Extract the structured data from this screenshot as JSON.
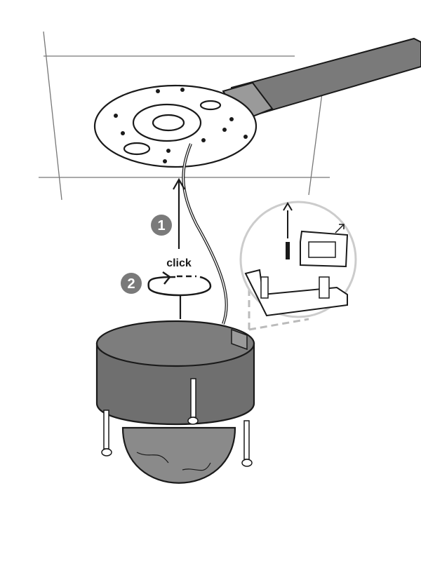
{
  "illustration": {
    "step_1": "1",
    "step_2": "2",
    "click_label": "click",
    "colors": {
      "line": "#1a1a1a",
      "camera_body": "#6f6f6f",
      "dome": "#8a8a8a",
      "badge": "#7a7a7a",
      "ceiling": "#777777"
    }
  }
}
